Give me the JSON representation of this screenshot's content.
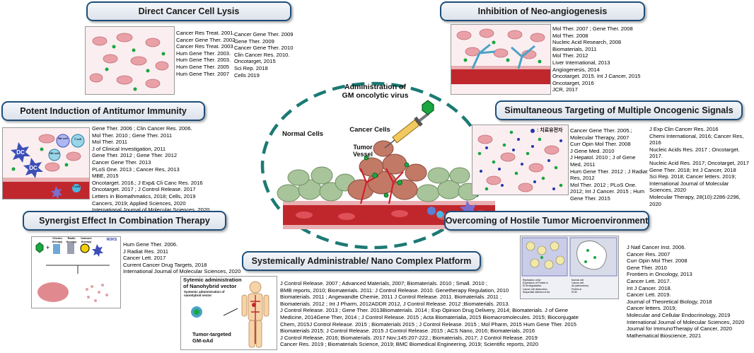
{
  "sections": {
    "lysis": {
      "title": "Direct Cancer Cell Lysis",
      "refs_left": [
        "Cancer Res Treat. 2001.",
        "Cancer Gene Ther. 2002",
        "Cancer Res Treat. 2003",
        "Hum Gene Ther. 2003.",
        "Hum Gene Ther. 2003.",
        "Hum Gene Ther. 2005",
        "Hum Gene Ther. 2007"
      ],
      "refs_right": [
        "Cancer Gene Ther. 2009",
        "Gene Ther. 2009",
        "Cancer Gene Ther. 2010",
        "Clin Cancer Res. 2010.",
        "Oncotarget, 2015",
        "Sci Rep. 2018",
        "Cells 2019"
      ]
    },
    "angio": {
      "title": "Inhibition of Neo-angiogenesis",
      "refs": [
        "Mol Ther. 2007 ; Gene Ther. 2008",
        "Mol Ther. 2008",
        "Nucleic Acid Research, 2008",
        "Biomaterials, 2011",
        "Mol Ther. 2012",
        "Liver International,  2013",
        "Angiogenesis, 2014",
        "Oncotarget. 2015. Int J Cancer, 2015",
        "Oncotarget, 2016",
        "JCR, 2017"
      ]
    },
    "immunity": {
      "title": "Potent Induction of Antitumor Immunity",
      "refs": [
        "Gene Ther. 2006 ; Clin Cancer Res. 2006.",
        "Mol Ther. 2010 ; Gene Ther. 2011",
        "Mol Ther. 2011",
        "J of Clinical Investigation,  2011",
        "Gene Ther. 2012 ; Gene Ther. 2012",
        "Cancer Gene Ther. 2013",
        "PLoS One. 2013 ; Cancer Res, 2013",
        "MBE, 2015",
        "Oncotarget. 2016.; J Exp& Cli Canc Res. 2016",
        "Oncotarget. 2017 ; J Control Release. 2017",
        "Letters in Biomathmatics,  2018; Cells, 2019",
        "Cancers, 2019; Applied Sciences, 2020",
        "International Journal of Molecular Sciences, 2020"
      ],
      "cell_labels": [
        "DC",
        "DC",
        "NK cell",
        "T cell",
        "NK cell",
        "T cell"
      ]
    },
    "multi": {
      "title": "Simultaneous Targeting of Multiple Oncogenic Signals",
      "panel_label": ": 치료유전자",
      "refs_left": [
        "Cancer Gene Ther. 2005.;",
        "Molecular Therapy, 2007",
        "Curr Opin Mol Ther. 2008",
        "J Gene Med. 2010",
        "J Hepatol. 2010 ; J of Gene Med, 2011",
        "Hum Gene Ther. 2012 ; J Radiat Res, 2012",
        "Mol Ther. 2012 ; PLoS One. 2012; Int J Cancer. 2015 ; Hum Gene Ther. 2015"
      ],
      "refs_right": [
        "J Exp Clin Cancer Res. 2016",
        "Chemi International,  2016; Cancer Res, 2016",
        "Nucleic Acids Res. 2017 ; Oncotarget. 2017.",
        "Nucleic Acid Res. 2017; Oncotarget, 2017",
        "Gene Ther. 2018; Int J Cancer, 2018",
        "Sci Rep. 2018; Cancer letters. 2019;",
        "International Journal of Molecular Sciences, 2020",
        "Molecular Therapy,  28(10):2286-2296, 2020"
      ]
    },
    "synergy": {
      "title": "Synergist Effect In Combination Therapy",
      "panel_labels": [
        "Chemo therapy",
        "Radio therapy",
        "Immune therapy",
        "NOKS"
      ],
      "refs": [
        "Hum Gene Ther. 2006.",
        "J Radiat Res. 2011",
        "Cancer Lett. 2017",
        "Current Cancer Drug Targets,  2018",
        "International Journal of Molecular Sciences, 2020"
      ]
    },
    "systemic": {
      "title": "Systemically Administrable/ Nano Complex Platform",
      "panel_title": "Sytemic administration of Nanohybrid vector",
      "panel_subtitle": "Systemic administration of nanohybrid vector",
      "panel_caption": "Tumor-targeted GM-oAd",
      "refs": [
        "J Control Release. 2007  ; Advanced  Materials, 2007; Biomaterials.  2010 ; Small.  2010 ;",
        "BMB reports, 2010; Biomaterials.  2011:  J Control Release. 2010.  Genetherapy Regulation,  2010",
        "Biomaterials.  2011  ; Angewandte Chemie, 2011 J Control Release. 2011. Biomaterials.  2011 ;",
        "Biomaterials.  2012 ; Int J Pharm, 2012ADDR 2012, J Control Release. 2012 ;Biomaterials.  2013.",
        "J Control Release. 2013 ; Gene Ther. 2013Biomaterials.  2014 ; Exp Opinion Drug Delivery, 2014; Biomaterials.  J of Gene",
        "Medicine, 2014Gene Ther, 2014 ; J Control Release. 2015 ; Acta Biomaterialia,  2015  Biomacromolecules.  2015; Bioconjugate",
        "Chem, 2015J Control Release. 2015  ; Biomaterials  2015 ; J Control Release. 2015 ; Mol Pharm,  2015  Hum Gene Ther. 2015",
        "Biomaterials 2015; J Control Release. 2015   J Control Release. 2015 ; ACS Nano, 2016; Biomaterials,  2016",
        "J Control Release, 2016; Biomaterials.  2017 Nov;145:207-222.; Biomaterials, 2017; J Control Release. 2019",
        "Cancer Res. 2019 ; Biomaterials  Science, 2019; BMC Biomedical  Engineering, 2019; Scientific reports, 2020"
      ]
    },
    "microenv": {
      "title": "Overcoming of Hostile Tumor Microenvironment",
      "legend": [
        "Replication of Ad",
        "Expression of Protein-A",
        "ECM degradation",
        "Cancer cell destruction",
        "Sequential infection of Ad",
        "Normal cell",
        "Cancer cell",
        "Ad (adenovirus)",
        "Protein-A",
        "ECM"
      ],
      "refs": [
        "J Natl Cancer Inst. 2006.",
        "Cancer Res. 2007",
        "Curr Opin Mol Ther. 2008",
        "Gene Ther. 2010",
        "Frontiers in Oncology, 2013",
        "Cancer Lett. 2017.",
        "Int J Cancer. 2018.",
        "Cancer Lett. 2019.",
        "Journal of Theoretical Biology,  2018",
        "Cancer letters. 2019;",
        "Molecular and Cellular Endocrinology,  2019",
        "International Journal of Molecular Sciences, 2020",
        "Journal for ImmunoTherapy  of Cancer, 2020",
        "Mathematical Bioscience, 2021"
      ]
    }
  },
  "center": {
    "admin_label": "Administration of GM oncolytic virus",
    "normal_cells": "Normal Cells",
    "cancer_cells": "Cancer Cells",
    "tumor_vessel": "Tumor Vessel"
  },
  "colors": {
    "title_border": "#1f4e79",
    "dash_ellipse": "#1c7a74",
    "virus_green": "#1aa640",
    "vessel_red": "#c0272d",
    "cell_pink": "#e9a0a6",
    "normal_cell_green": "#a8c49a",
    "cancer_cell_brown": "#c27a67"
  }
}
